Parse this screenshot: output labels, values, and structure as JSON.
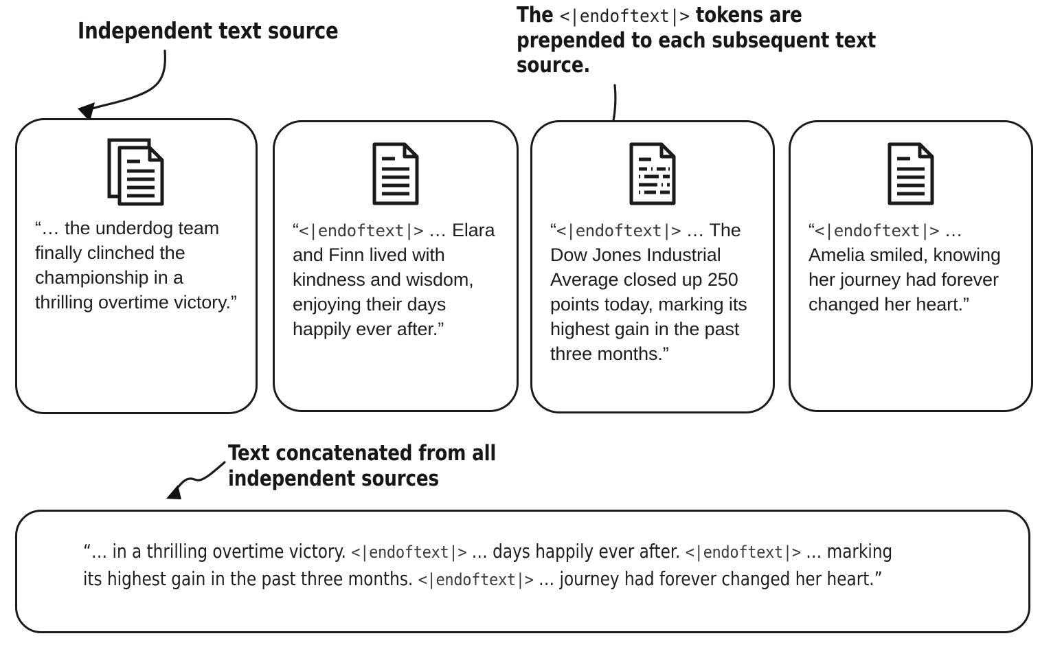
{
  "annotations": {
    "independent_source": "Independent text source",
    "eot_note_prefix": "The ",
    "eot_note_token": "<|endoftext|>",
    "eot_note_suffix": " tokens are prepended to each subsequent text source.",
    "concatenated": "Text concatenated from all independent sources"
  },
  "token": "<|endoftext|>",
  "cards": [
    {
      "icon": "stacked-documents-icon",
      "prefix": "“… ",
      "has_token": false,
      "body": "the underdog team finally clinched the championship in a thrilling overtime victory.”"
    },
    {
      "icon": "document-icon",
      "prefix": "“",
      "has_token": true,
      "body": " … Elara and Finn lived with kindness and wisdom, enjoying their days happily ever after.”"
    },
    {
      "icon": "article-document-icon",
      "prefix": "“",
      "has_token": true,
      "body": " … The Dow Jones Industrial Average closed up 250 points today, marking its highest gain in the past three months.”"
    },
    {
      "icon": "document-icon",
      "prefix": "“",
      "has_token": true,
      "body": " … Amelia smiled, knowing her journey had forever changed her heart.”"
    }
  ],
  "concatenated_output": {
    "segments": [
      {
        "type": "text",
        "value": "“… in a thrilling overtime victory. "
      },
      {
        "type": "token",
        "value": "<|endoftext|>"
      },
      {
        "type": "text",
        "value": " … days happily ever after. "
      },
      {
        "type": "token",
        "value": "<|endoftext|>"
      },
      {
        "type": "text",
        "value": " … marking its highest gain in the past three months. "
      },
      {
        "type": "token",
        "value": "<|endoftext|>"
      },
      {
        "type": "text",
        "value": " … journey had forever changed her heart.”"
      }
    ]
  },
  "colors": {
    "stroke": "#1b1b1b",
    "text": "#1d1d1d",
    "mono": "#3b3b3b",
    "background": "#ffffff"
  }
}
